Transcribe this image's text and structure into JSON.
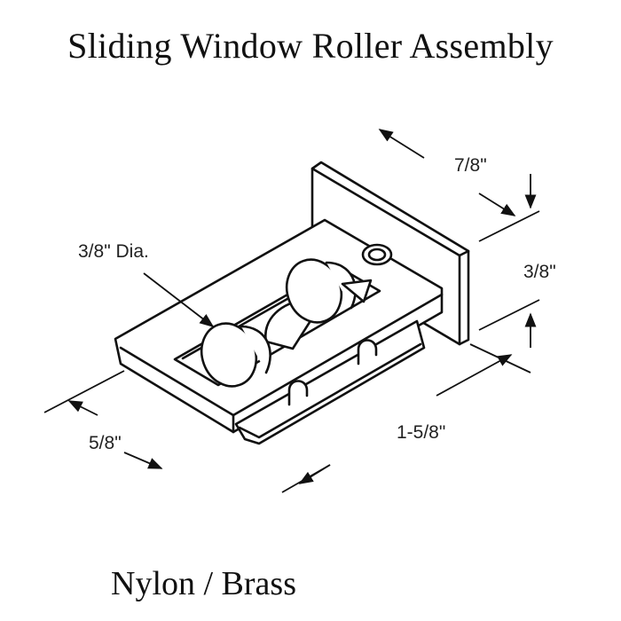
{
  "title": "Sliding Window Roller Assembly",
  "caption": "Nylon / Brass",
  "dimensions": {
    "width_top": "7/8\"",
    "height_right": "3/8\"",
    "wheel_dia": "3/8\" Dia.",
    "width_left": "5/8\"",
    "length": "1-5/8\""
  }
}
